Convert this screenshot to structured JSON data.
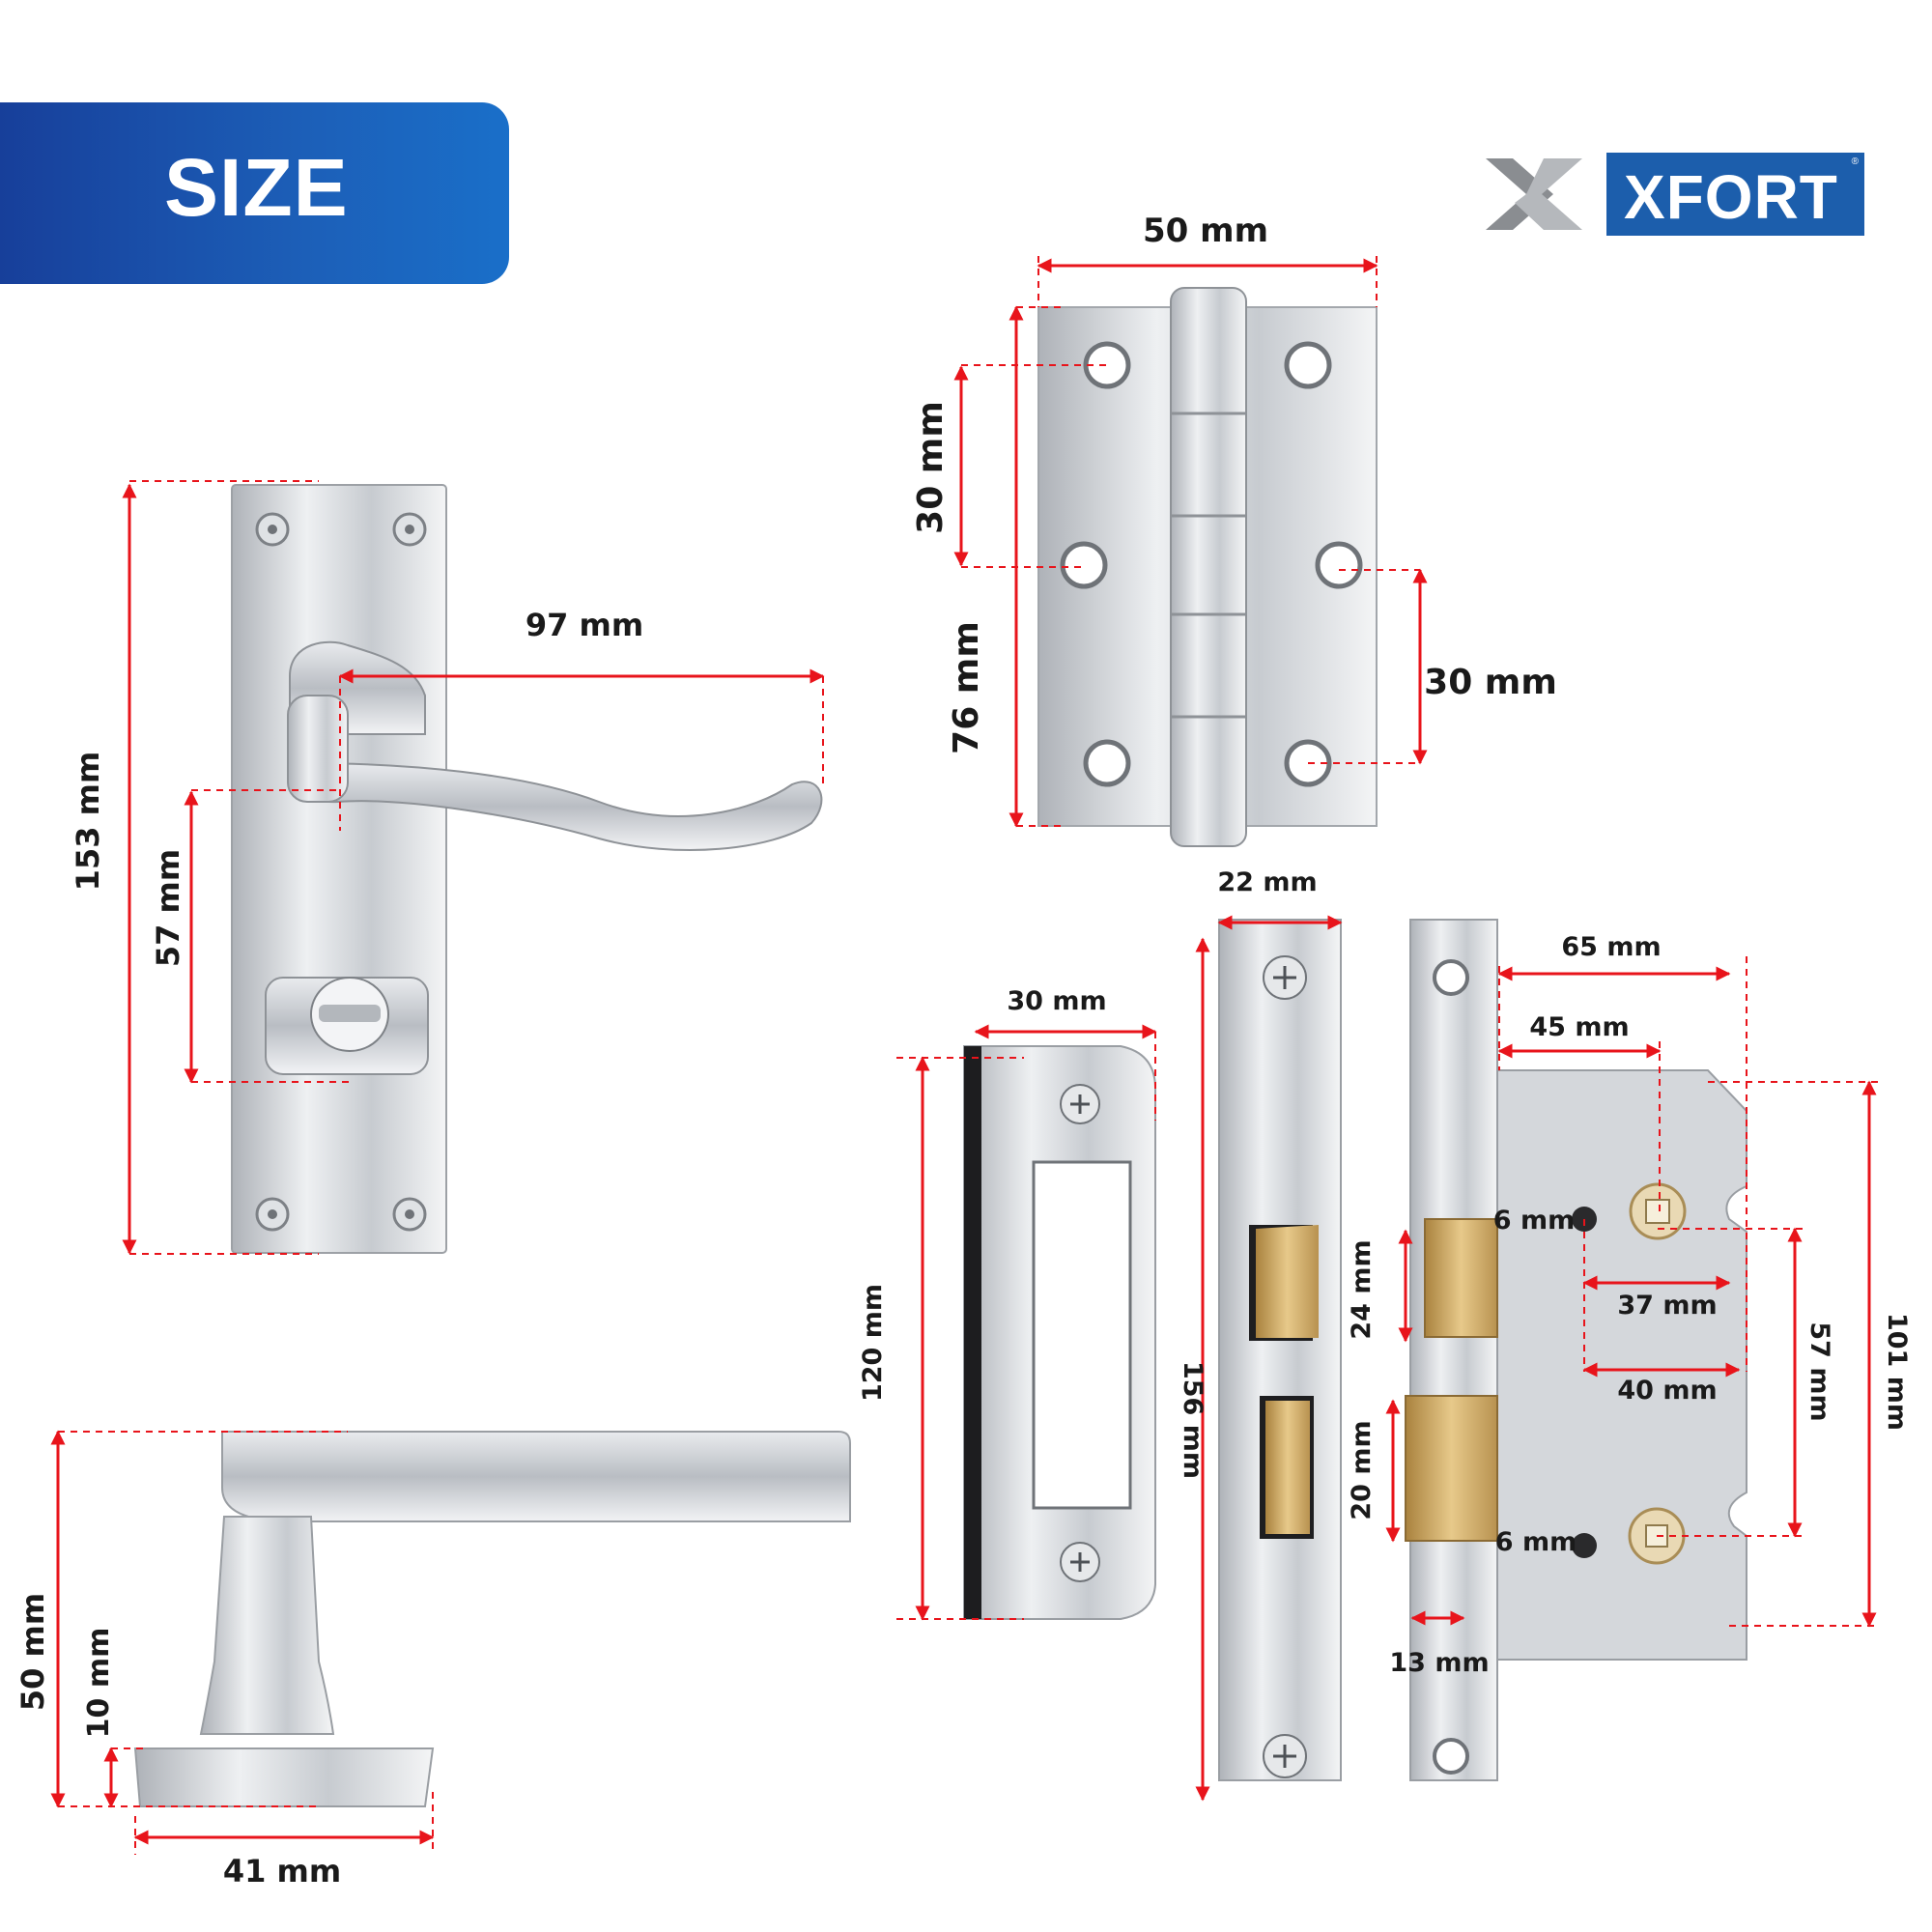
{
  "header": {
    "title": "SIZE",
    "accent_color": "#1c5fb8"
  },
  "brand": {
    "name": "XFORT",
    "mark": "®"
  },
  "colors": {
    "dimension_line": "#e8141b",
    "chrome": "#c9ccd1",
    "brass": "#d7b46a"
  },
  "dimensions": {
    "lever_plate_height": "153 mm",
    "lever_length": "97 mm",
    "lever_to_turn_center": "57 mm",
    "rose_lever_height": "50 mm",
    "rose_height": "10 mm",
    "rose_diameter": "41 mm",
    "hinge_width": "50 mm",
    "hinge_hole_spacing_upper": "30 mm",
    "hinge_height": "76 mm",
    "hinge_hole_spacing_lower": "30 mm",
    "strike_width": "30 mm",
    "strike_height": "120 mm",
    "forend_width": "22 mm",
    "forend_height": "156 mm",
    "case_depth": "65 mm",
    "backset": "45 mm",
    "spindle_size_top": "6 mm",
    "latch_height": "24 mm",
    "spindle_offset": "37 mm",
    "centres": "57 mm",
    "case_height": "101 mm",
    "bolt_offset": "40 mm",
    "deadbolt_height": "20 mm",
    "spindle_size_bottom": "6 mm",
    "bolt_throw": "13 mm"
  }
}
